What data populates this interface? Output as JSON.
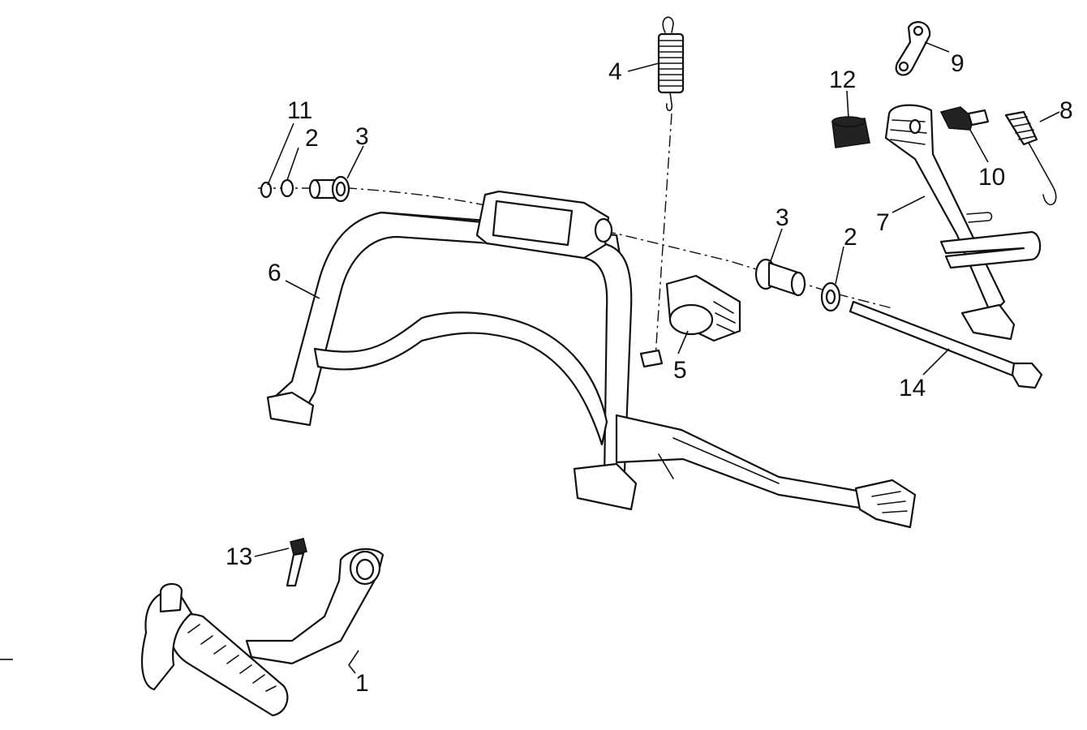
{
  "callouts": [
    {
      "id": "1",
      "part": "kick-start-lever"
    },
    {
      "id": "2",
      "part": "washer"
    },
    {
      "id": "3",
      "part": "bushing"
    },
    {
      "id": "4",
      "part": "main-stand-spring"
    },
    {
      "id": "5",
      "part": "stand-stopper-rubber"
    },
    {
      "id": "6",
      "part": "main-stand"
    },
    {
      "id": "7",
      "part": "side-stand"
    },
    {
      "id": "8",
      "part": "side-stand-spring"
    },
    {
      "id": "9",
      "part": "spring-hook-plate"
    },
    {
      "id": "10",
      "part": "side-stand-bolt"
    },
    {
      "id": "11",
      "part": "clip"
    },
    {
      "id": "12",
      "part": "nut"
    },
    {
      "id": "13",
      "part": "bolt"
    },
    {
      "id": "14",
      "part": "main-stand-shaft"
    }
  ]
}
